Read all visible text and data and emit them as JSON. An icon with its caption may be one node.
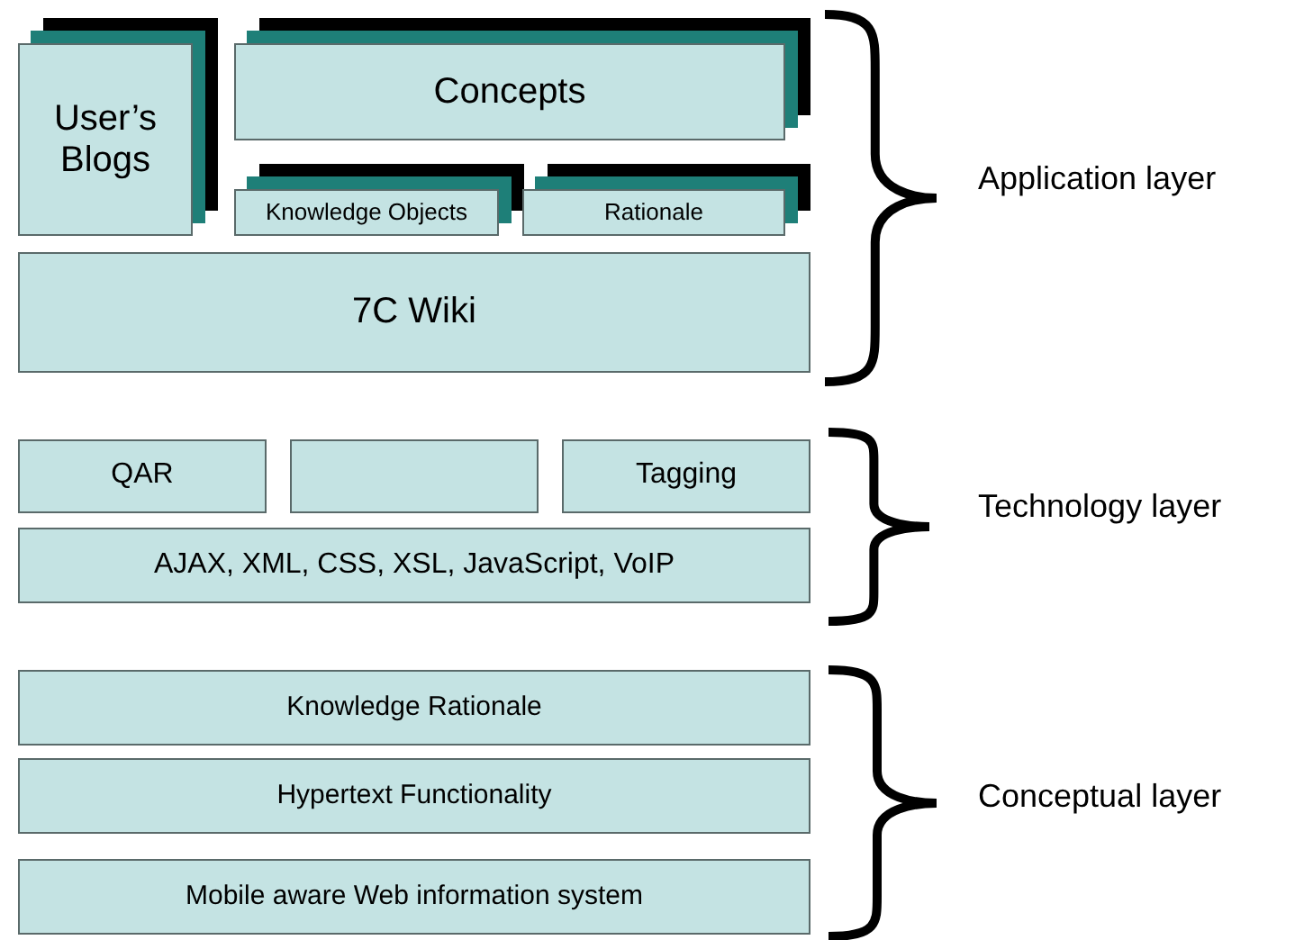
{
  "diagram": {
    "nodes": [
      {
        "text": [
          "User’s Blogs"
        ]
      },
      {
        "text": [
          "Concepts"
        ]
      },
      {
        "text": [
          "Knowledge Objects"
        ]
      },
      {
        "text": [
          "Rationale"
        ]
      },
      {
        "text": [
          "7C Wiki"
        ]
      },
      {
        "text": [
          "QAR"
        ]
      },
      {
        "text": [],
        "shape": "box"
      },
      {
        "text": [
          "Tagging"
        ]
      },
      {
        "text": [
          "AJAX, XML, CSS, XSL, JavaScript, VoIP"
        ]
      },
      {
        "text": [
          "Knowledge Rationale"
        ]
      },
      {
        "text": [
          "Hypertext Functionality"
        ]
      },
      {
        "text": [
          "Mobile aware Web information system"
        ]
      }
    ],
    "labels": [
      "Application layer",
      "Technology layer",
      "Conceptual layer"
    ]
  }
}
